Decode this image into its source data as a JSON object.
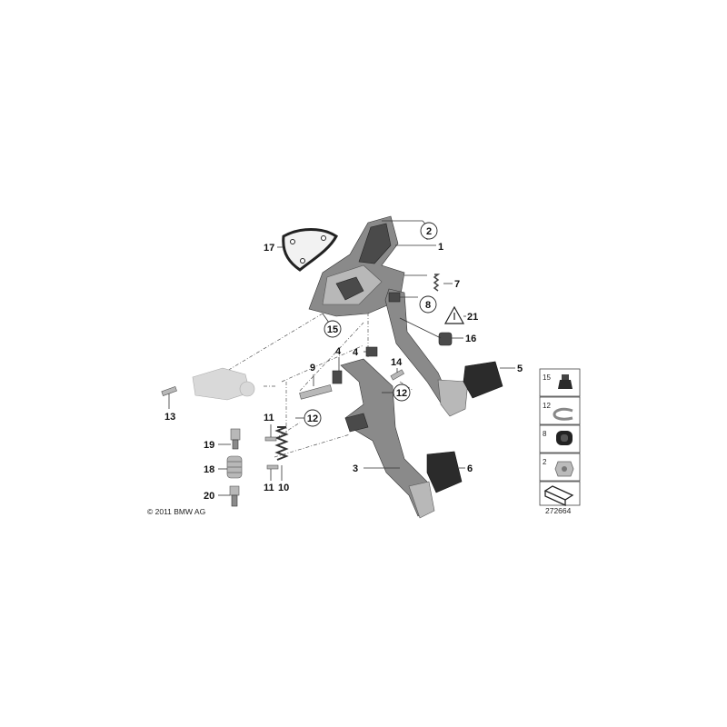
{
  "copyright": "© 2011 BMW AG",
  "drawing_number": "272664",
  "labels": {
    "p1": "1",
    "p2": "2",
    "p3": "3",
    "p4a": "4",
    "p4b": "4",
    "p5": "5",
    "p6": "6",
    "p7": "7",
    "p8": "8",
    "p9": "9",
    "p10": "10",
    "p11a": "11",
    "p11b": "11",
    "p12a": "12",
    "p12b": "12",
    "p13": "13",
    "p14": "14",
    "p15": "15",
    "p16": "16",
    "p17": "17",
    "p18": "18",
    "p19": "19",
    "p20": "20",
    "p21": "21"
  },
  "legend": [
    {
      "number": "15",
      "icon": "grommet-icon"
    },
    {
      "number": "12",
      "icon": "clip-icon"
    },
    {
      "number": "8",
      "icon": "bushing-icon"
    },
    {
      "number": "2",
      "icon": "nut-icon"
    },
    {
      "number": "",
      "icon": "kit-arrow-icon"
    }
  ],
  "colors": {
    "part_dark": "#4a4a4a",
    "part_light": "#b8b8b8",
    "pad": "#2b2b2b"
  }
}
